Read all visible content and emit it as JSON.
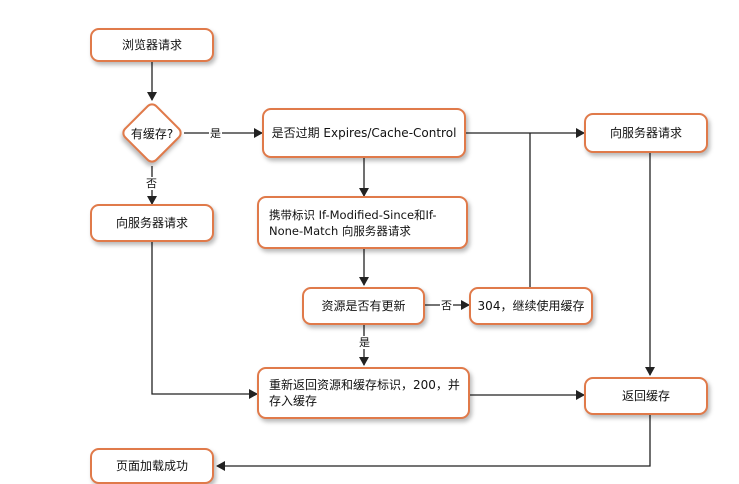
{
  "nodes": {
    "browser_request": "浏览器请求",
    "has_cache": "有缓存?",
    "is_expired": "是否过期 Expires/Cache-Control",
    "server_request_left": "向服务器请求",
    "server_request_right": "向服务器请求",
    "conditional_request": "携带标识 If-Modified-Since和If-None-Match 向服务器请求",
    "resource_updated": "资源是否有更新",
    "use_cache_304": "304，继续使用缓存",
    "return_new": "重新返回资源和缓存标识，200，并存入缓存",
    "return_cache": "返回缓存",
    "page_loaded": "页面加载成功"
  },
  "edge_labels": {
    "has_cache_yes": "是",
    "has_cache_no": "否",
    "updated_no": "否",
    "updated_yes": "是"
  },
  "colors": {
    "node_border": "#e07a4a",
    "line": "#222222"
  }
}
